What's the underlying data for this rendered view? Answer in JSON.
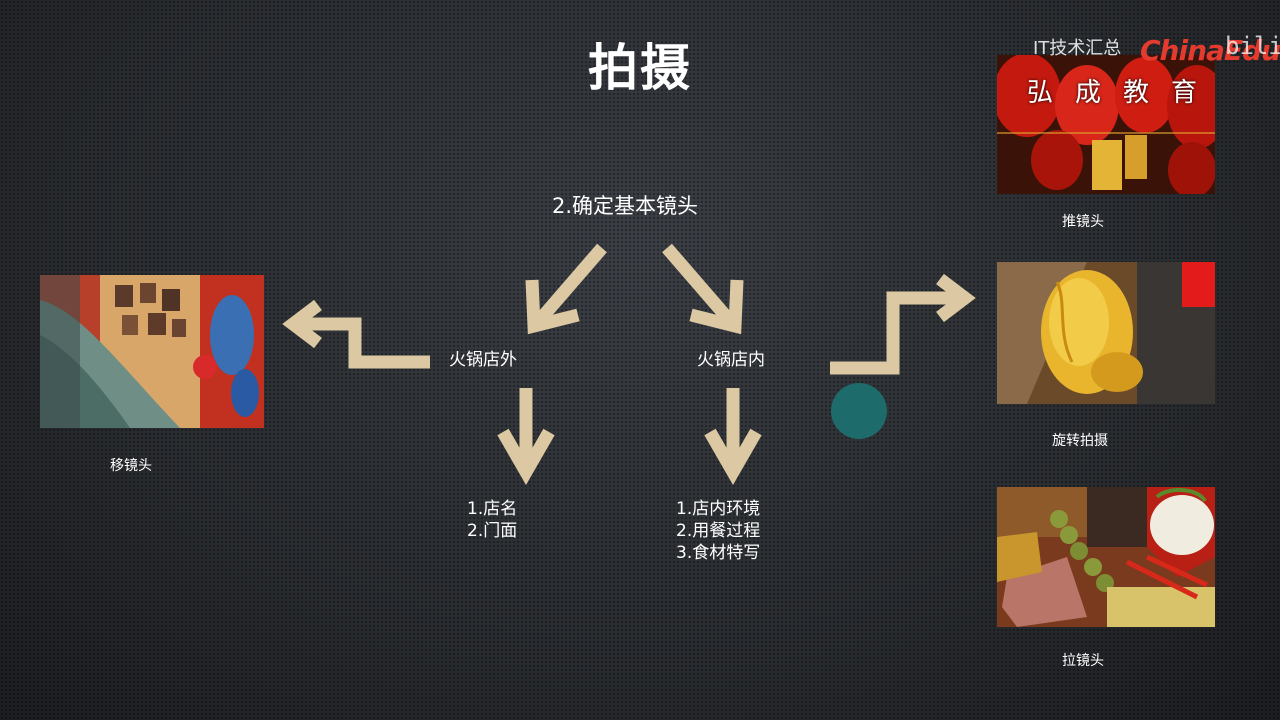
{
  "slide": {
    "title": "拍摄",
    "root_label": "2.确定基本镜头",
    "branches": [
      {
        "label": "火锅店外",
        "items": [
          "1.店名",
          "2.门面"
        ]
      },
      {
        "label": "火锅店内",
        "items": [
          "1.店内环境",
          "2.用餐过程",
          "3.食材特写"
        ]
      }
    ],
    "shots": [
      {
        "caption": "移镜头"
      },
      {
        "caption": "推镜头"
      },
      {
        "caption": "旋转拍摄"
      },
      {
        "caption": "拉镜头"
      }
    ]
  },
  "watermark": {
    "channel_text": "IT技术汇总",
    "brand": "ChinaEdu",
    "platform": "bilibili",
    "org_name": "弘成教育"
  },
  "colors": {
    "arrow": "#dcc9a3",
    "dot": "#1e6b6c",
    "brand_red": "#e53b2f"
  }
}
